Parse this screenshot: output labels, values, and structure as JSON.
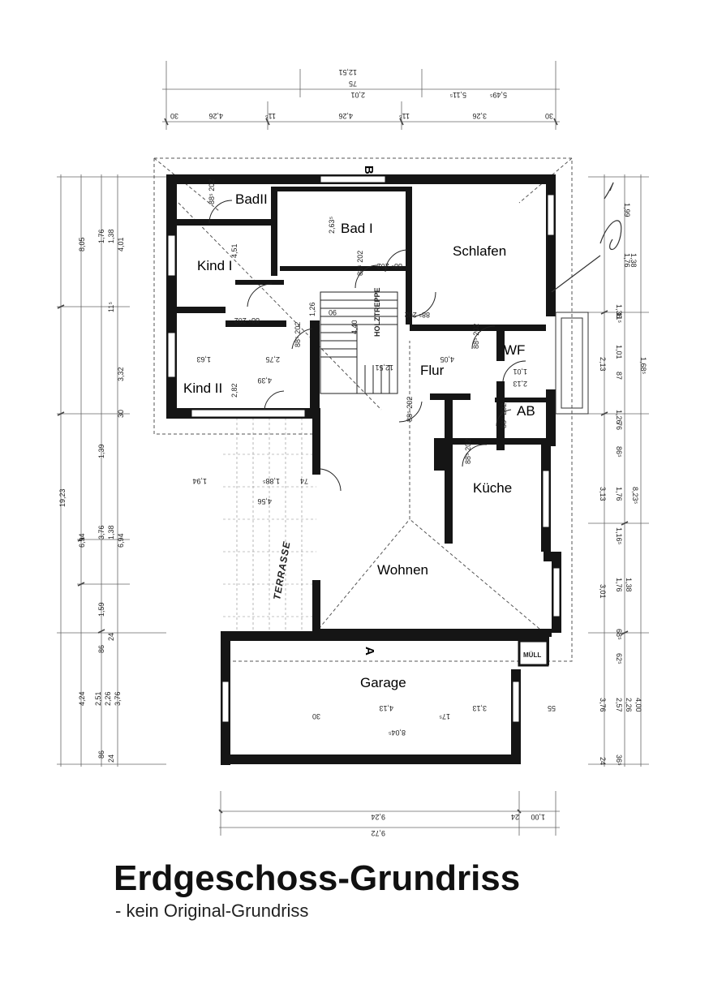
{
  "title": "Erdgeschoss-Grundriss",
  "subtitle": "- kein Original-Grundriss",
  "rooms": {
    "bad2": "BadII",
    "bad1": "Bad I",
    "schlafen": "Schlafen",
    "kind1": "Kind I",
    "kind2": "Kind II",
    "flur": "Flur",
    "wf": "WF",
    "ab": "AB",
    "kueche": "Küche",
    "wohnen": "Wohnen",
    "garage": "Garage",
    "terrasse": "TERRASSE",
    "holztreppe": "HOLZTREPPE"
  },
  "axes": {
    "a": "A",
    "b": "B"
  },
  "doors": [
    "88⁵ 202",
    "88⁵ 202",
    "88⁵ 202",
    "88⁵ 202",
    "88⁵ 202",
    "88⁵ 202",
    "88⁵ 202",
    "88⁵ 202",
    "88⁵ 202",
    "88⁵ 202"
  ],
  "dimensions": {
    "top": [
      "12,51",
      "75",
      "2,01",
      "5,11⁵",
      "4,26",
      "4,26",
      "5,49⁵",
      "3,26",
      "11⁵",
      "11⁵",
      "30",
      "30"
    ],
    "left": [
      "4,01",
      "1,76",
      "1,38",
      "8,05",
      "11⁵",
      "3,32",
      "30",
      "19,23",
      "1,39",
      "3,76",
      "1,38",
      "6,94",
      "6,94",
      "1,59",
      "86",
      "24",
      "4,24",
      "2,51",
      "2,26",
      "3,76",
      "86",
      "24"
    ],
    "right": [
      "1,99",
      "1,38",
      "1,76",
      "1,36",
      "11⁵",
      "2,13",
      "1,01",
      "87",
      "1,68⁵",
      "1,26",
      "76",
      "86⁵",
      "3,13",
      "1,76",
      "1,16⁵",
      "8,23⁵",
      "3,01",
      "1,76",
      "1,38",
      "68⁵",
      "62⁵",
      "3,76",
      "2,57",
      "2,26",
      "4,00",
      "24",
      "36⁵"
    ],
    "bottom": [
      "9,24",
      "9,72",
      "1,00",
      "24"
    ],
    "interior": [
      "4,51",
      "2,63⁵",
      "1,26",
      "90",
      "1,63",
      "2,75",
      "4,39",
      "2,82",
      "1,94",
      "1,88⁵",
      "74",
      "4,56",
      "4,05",
      "1,01",
      "2,13",
      "4,13",
      "8,04⁵",
      "3,13",
      "30",
      "17⁵",
      "55",
      "12,51",
      "4,40"
    ]
  }
}
